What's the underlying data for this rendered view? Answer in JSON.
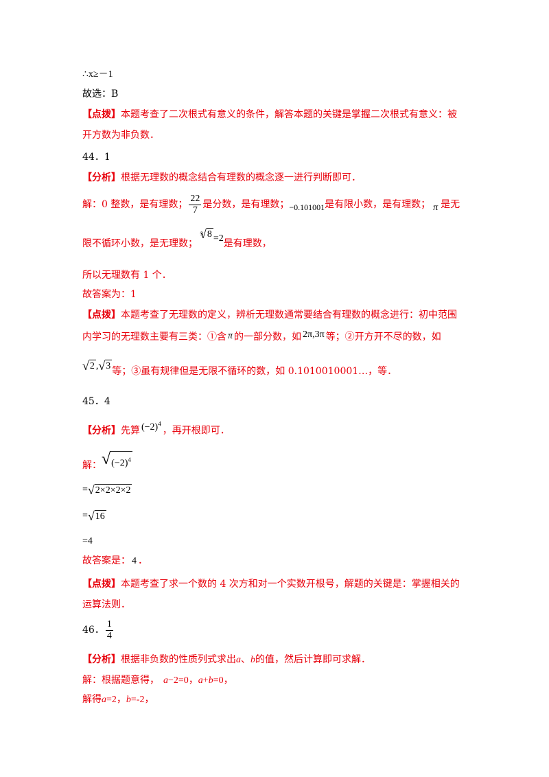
{
  "lines": {
    "l1": "∴x≥－1",
    "l2": "故选：B",
    "l3a": "【点拨】",
    "l3b": "本题考查了二次根式有意义的条件，解答本题的关键是掌握二次根式有意义：被",
    "l4": "开方数为非负数．",
    "q44": "44．1",
    "a44_tag": "【分析】",
    "a44_text": "根据无理数的概念结合有理数的概念逐一进行判断即可．",
    "s44_1": "解：0 整数，是有理数；",
    "frac_num": "22",
    "frac_den": "7",
    "s44_2": "是分数，是有理数；",
    "neg_decimal": "−0.101001",
    "s44_3": "是有限小数，是有理数；",
    "pi": "π",
    "s44_4": "是无",
    "s44_5": "限不循环小数，是无理数；",
    "cbrt_index": "3",
    "cbrt_body": "8",
    "cbrt_result": "=2",
    "s44_6": "是有理数，",
    "s44_7": "所以无理数有 1 个．",
    "s44_8": "故答案为：1",
    "d44_tag": "【点拨】",
    "d44_text1": "本题考查了无理数的定义，辨析无理数通常要结合有理数的概念进行：初中范围",
    "d44_text2a": "内学习的无理数主要有三类：①含",
    "d44_pi": "π",
    "d44_text2b": "的一部分数，如",
    "d44_ex1": "2π,3π",
    "d44_text2c": "等；②开方开不尽的数，如",
    "sqrt2": "2",
    "comma": ",",
    "sqrt3": "3",
    "d44_text3": "等；③虽有规律但是无限不循环的数，如 0.1010010001…，等．",
    "q45": "45．4",
    "a45_tag": "【分析】",
    "a45_text1": "先算",
    "a45_base": "(−2)",
    "a45_exp": "4",
    "a45_text2": "，再开根即可．",
    "s45_1": "解：",
    "s45_inner_base": "(−2)",
    "s45_inner_exp": "4",
    "s45_eq": "=",
    "s45_2": "2×2×2×2",
    "s45_3": "16",
    "s45_4": "=4",
    "s45_5a": "故答案是：",
    "s45_5b": "4",
    "s45_5c": "．",
    "d45_tag": "【点拨】",
    "d45_text1": "本题考查了求一个数的 4 次方和对一个实数开根号，解题的关键是：掌握相关的",
    "d45_text2": "运算法则．",
    "q46_num": "46．",
    "q46_frac_num": "1",
    "q46_frac_den": "4",
    "a46_tag": "【分析】",
    "a46_text1": "根据非负数的性质列式求出",
    "a46_a": "a",
    "a46_sep": "、",
    "a46_b": "b",
    "a46_text2": "的值，然后计算即可求解．",
    "s46_1a": "解：根据题意得，",
    "s46_1b": "a",
    "s46_1c": "−2=0，",
    "s46_1d": "a",
    "s46_1e": "+",
    "s46_1f": "b",
    "s46_1g": "=0，",
    "s46_2a": "解得",
    "s46_2b": "a",
    "s46_2c": "=2，",
    "s46_2d": "b",
    "s46_2e": "=-2，"
  },
  "colors": {
    "highlight": "#e8000b",
    "text": "#000000"
  }
}
